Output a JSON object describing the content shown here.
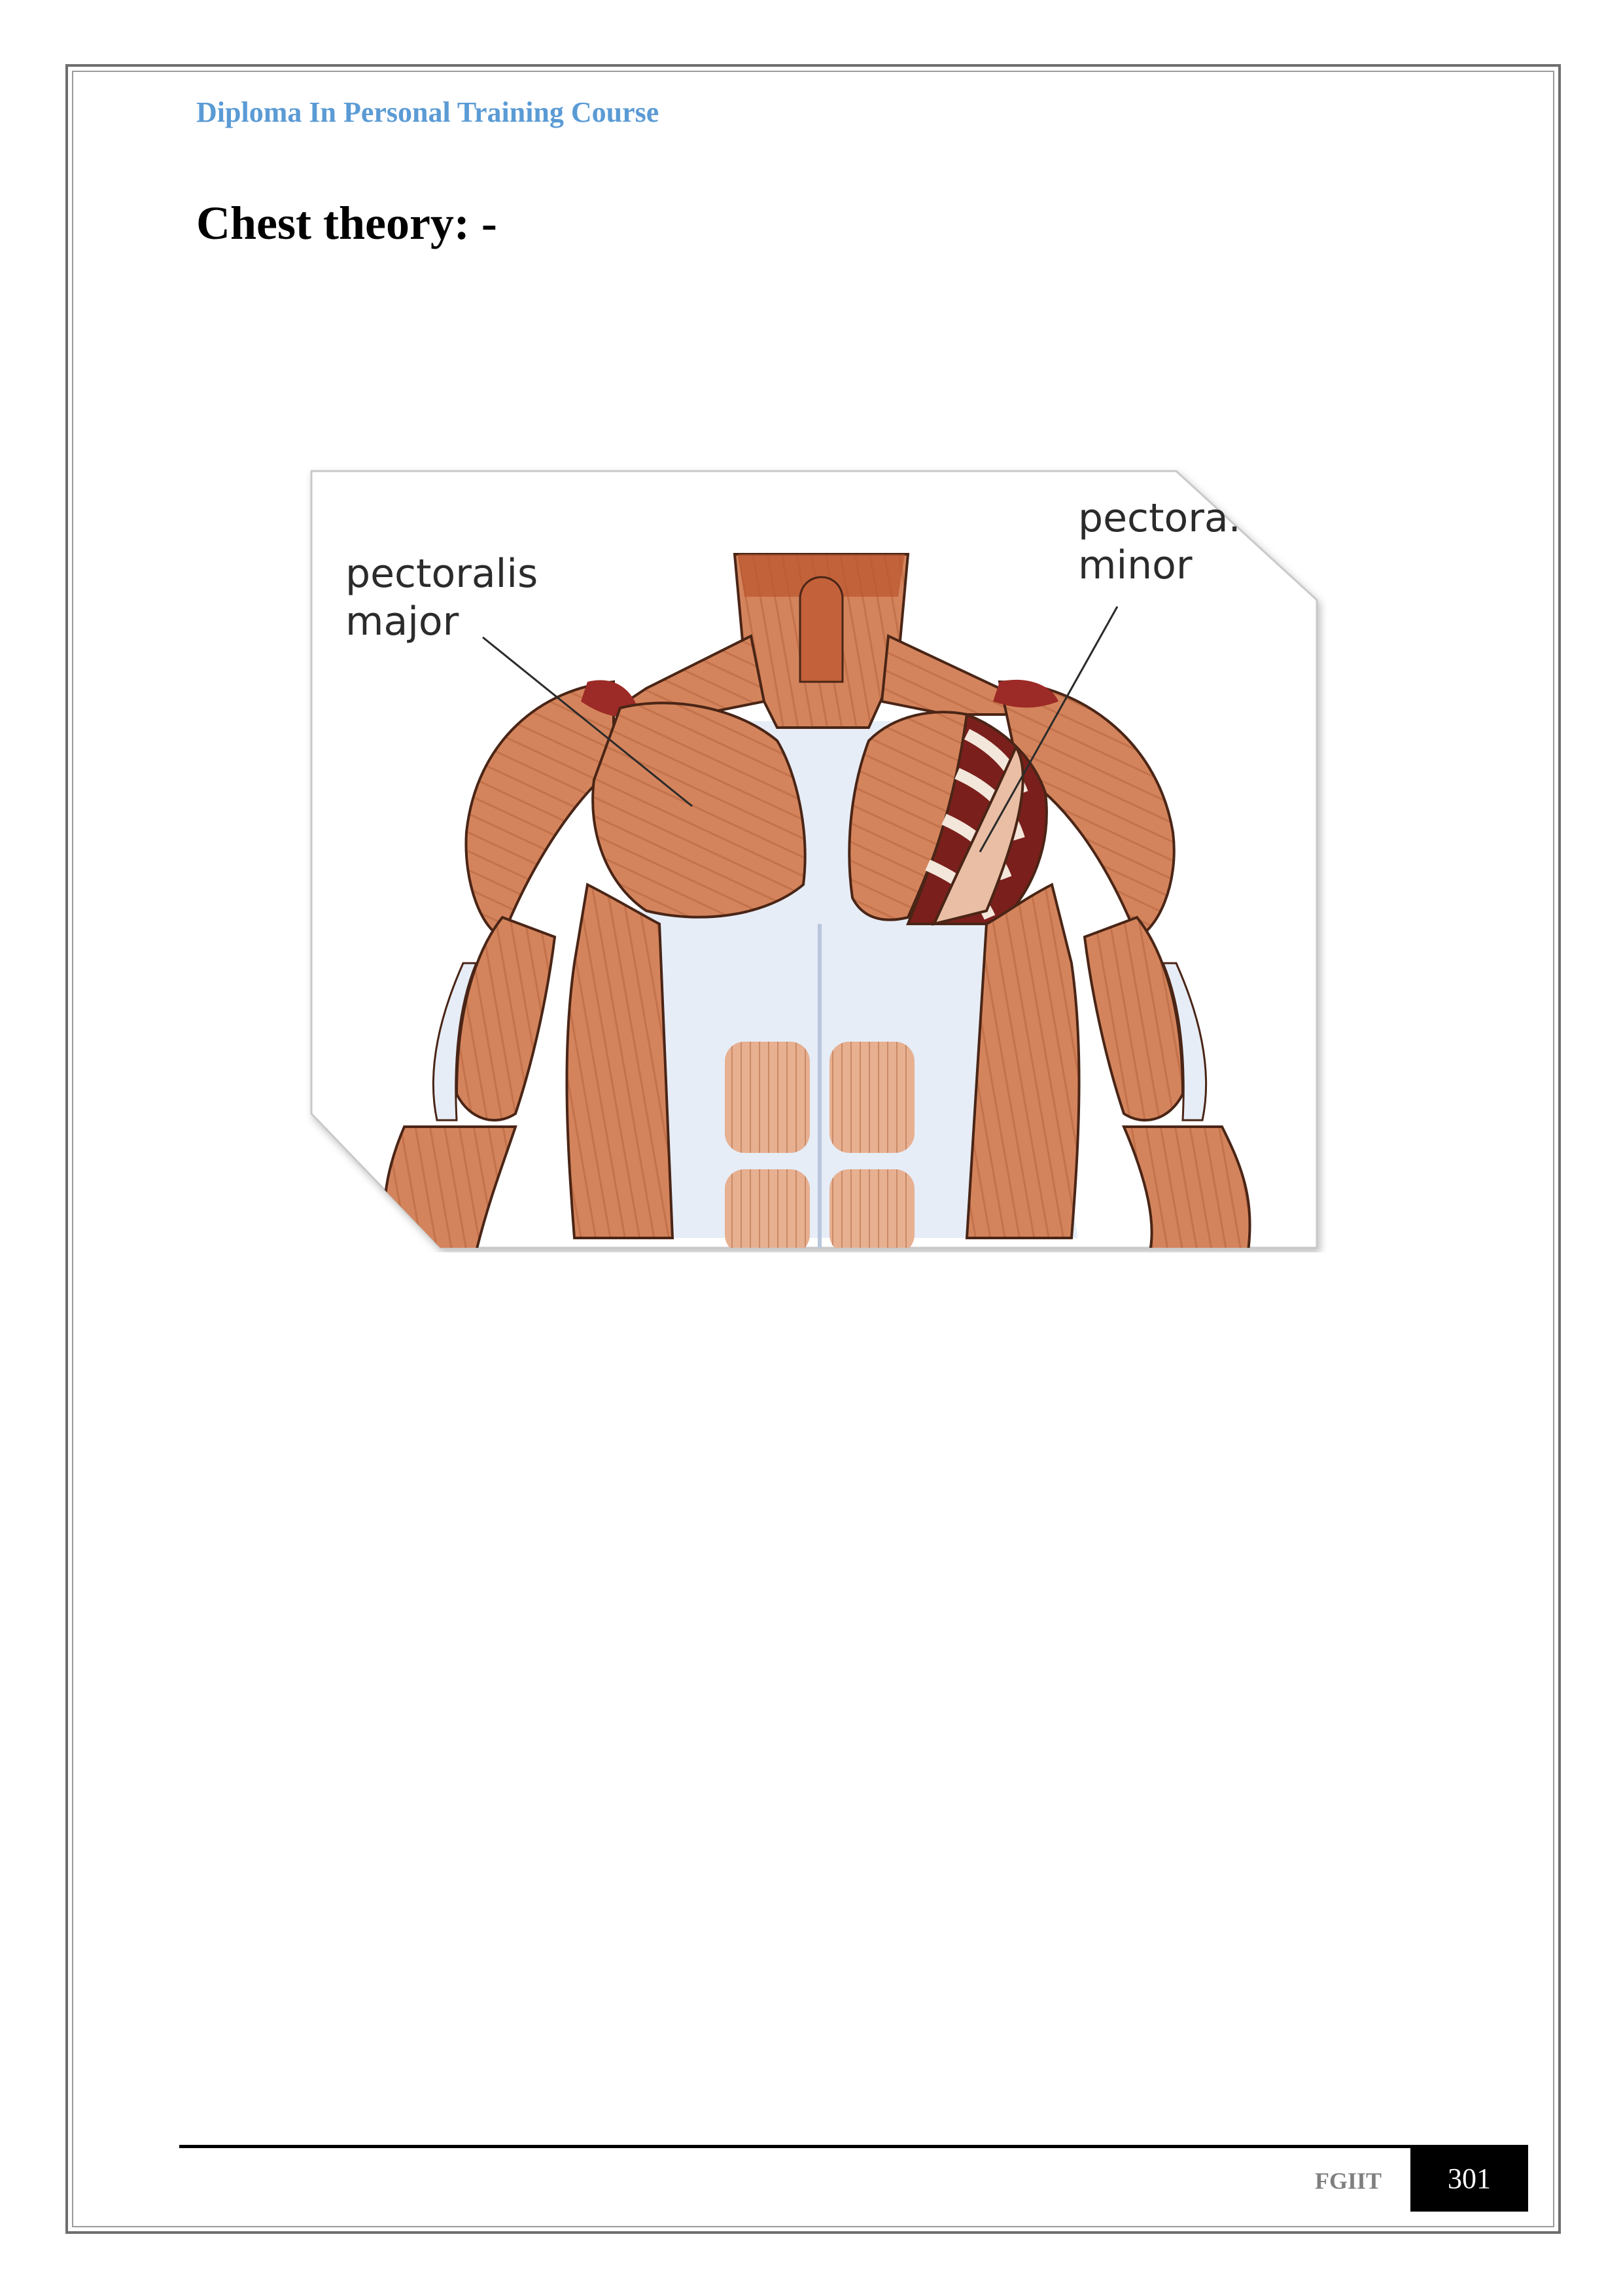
{
  "header": {
    "running_title": "Diploma In Personal Training Course"
  },
  "main": {
    "heading": "Chest theory: -",
    "figure": {
      "label_major_line1": "pectoralis",
      "label_major_line2": "major",
      "label_minor_line1": "pectora.",
      "label_minor_line2": "minor"
    }
  },
  "footer": {
    "label": "FGIIT",
    "page_number": "301"
  },
  "colors": {
    "header_text": "#5b9bd5",
    "muscle": "#d4845c",
    "muscle_dark": "#9c2a26",
    "fascia": "#e6edf7"
  }
}
